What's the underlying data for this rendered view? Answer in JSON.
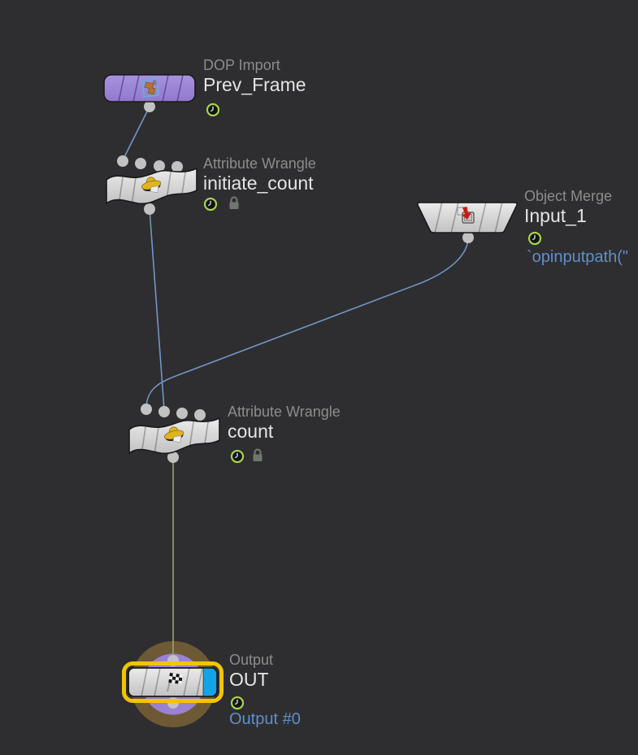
{
  "editor": {
    "kind": "node-network-editor"
  },
  "nodes": [
    {
      "id": "prev_frame",
      "type_label": "DOP Import",
      "name": "Prev_Frame",
      "icon": "dop-import-icon",
      "shape": "rounded-rect",
      "color": "#9c87d6",
      "badges": [
        "time-dependent"
      ]
    },
    {
      "id": "initiate_count",
      "type_label": "Attribute Wrangle",
      "name": "initiate_count",
      "icon": "wrangle-hat-icon",
      "shape": "wave",
      "color": "#d5d5d5",
      "badges": [
        "time-dependent",
        "locked"
      ]
    },
    {
      "id": "input_1",
      "type_label": "Object Merge",
      "name": "Input_1",
      "icon": "object-merge-icon",
      "shape": "trapezoid",
      "color": "#d5d5d5",
      "badges": [
        "time-dependent"
      ],
      "expression": "`opinputpath(\""
    },
    {
      "id": "count",
      "type_label": "Attribute Wrangle",
      "name": "count",
      "icon": "wrangle-hat-icon",
      "shape": "wave",
      "color": "#d5d5d5",
      "badges": [
        "time-dependent",
        "locked"
      ]
    },
    {
      "id": "out",
      "type_label": "Output",
      "name": "OUT",
      "icon": "checkered-flag-icon",
      "shape": "rounded-rect",
      "color": "#d5d5d5",
      "badges": [
        "time-dependent"
      ],
      "selected": true,
      "display_flag": true,
      "output_label": "Output #0"
    }
  ],
  "connections": [
    {
      "from": "prev_frame",
      "to": "initiate_count",
      "input": 1
    },
    {
      "from": "initiate_count",
      "to": "count",
      "input": 2
    },
    {
      "from": "input_1",
      "to": "count",
      "input": 1
    },
    {
      "from": "count",
      "to": "out",
      "input": 1
    }
  ],
  "colors": {
    "background": "#2e2e30",
    "node_body": "#d5d5d5",
    "node_purple": "#9c87d6",
    "wire": "#7295c5",
    "wire_to_output": "#95a768",
    "selection": "#f2c500",
    "display_flag": "#14a3e6",
    "output_ring_outer": "#6d5a35",
    "output_ring_inner": "#9a82d0",
    "type_label": "#8c8c8c",
    "name_label": "#e4e4e4",
    "expression_text": "#5f8fca",
    "clock_badge_ring": "#a6d44d",
    "lock_badge": "#70766f"
  }
}
